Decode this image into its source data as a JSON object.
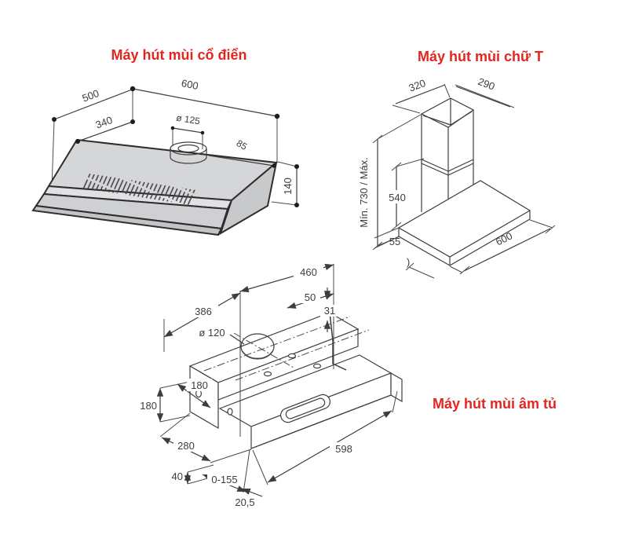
{
  "colors": {
    "accent_red": "#e32520",
    "line": "#3d3d3f",
    "hood_fill": "#d5d6d7"
  },
  "diagrams": {
    "classic": {
      "title": "Máy hút mùi cổ điển",
      "dims": {
        "width_top": "600",
        "depth": "500",
        "depth_inner": "340",
        "duct_diameter": "ø 125",
        "duct_offset": "85",
        "body_height": "140"
      }
    },
    "t_shape": {
      "title": "Máy hút mùi chữ T",
      "dims": {
        "chimney_width": "320",
        "chimney_depth": "290",
        "height_range": "Mín. 730 / Máx.",
        "chimney_lower": "540",
        "base_thickness": "55",
        "base_width": "600",
        "cropped_mark": ")"
      }
    },
    "built_in": {
      "title": "Máy hút mùi âm tủ",
      "dims": {
        "total_depth": "460",
        "body_depth": "386",
        "front_gap": "50",
        "front_lip": "31",
        "duct_diameter": "ø 120",
        "body_height_inner": "180",
        "body_height": "180",
        "mount_depth": "280",
        "bottom_gap": "40",
        "pullout_range": "0-155",
        "visor_thickness": "20,5",
        "visor_width": "598"
      }
    }
  }
}
